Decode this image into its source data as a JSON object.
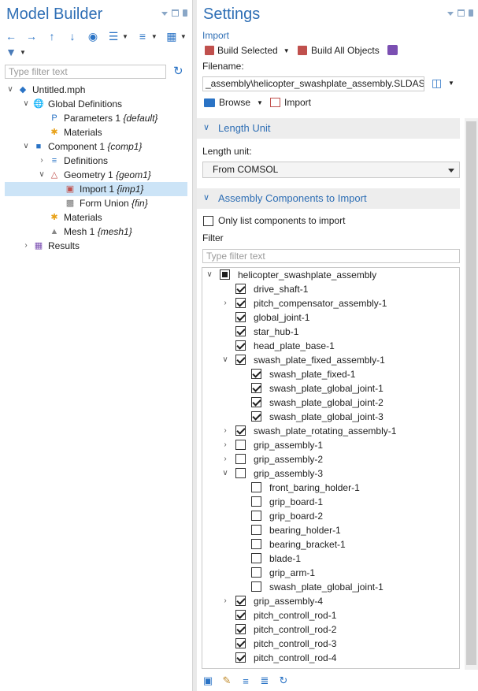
{
  "model_builder": {
    "title": "Model Builder",
    "filter_placeholder": "Type filter text",
    "tree": [
      {
        "label": "Untitled.mph",
        "tag": "",
        "level": 0,
        "expand": "open",
        "icon": "model-icon"
      },
      {
        "label": "Global Definitions",
        "tag": "",
        "level": 1,
        "expand": "open",
        "icon": "globe-icon"
      },
      {
        "label": "Parameters 1",
        "tag": "{default}",
        "level": 2,
        "expand": "",
        "icon": "parameters-icon"
      },
      {
        "label": "Materials",
        "tag": "",
        "level": 2,
        "expand": "",
        "icon": "materials-icon"
      },
      {
        "label": "Component 1",
        "tag": "{comp1}",
        "level": 1,
        "expand": "open",
        "icon": "component-icon"
      },
      {
        "label": "Definitions",
        "tag": "",
        "level": 2,
        "expand": "closed",
        "icon": "definitions-icon"
      },
      {
        "label": "Geometry 1",
        "tag": "{geom1}",
        "level": 2,
        "expand": "open",
        "icon": "geometry-icon"
      },
      {
        "label": "Import 1",
        "tag": "{imp1}",
        "level": 3,
        "expand": "",
        "icon": "import-icon",
        "selected": true
      },
      {
        "label": "Form Union",
        "tag": "{fin}",
        "level": 3,
        "expand": "",
        "icon": "form-union-icon"
      },
      {
        "label": "Materials",
        "tag": "",
        "level": 2,
        "expand": "",
        "icon": "materials-icon"
      },
      {
        "label": "Mesh 1",
        "tag": "{mesh1}",
        "level": 2,
        "expand": "",
        "icon": "mesh-icon"
      },
      {
        "label": "Results",
        "tag": "",
        "level": 1,
        "expand": "closed",
        "icon": "results-icon"
      }
    ]
  },
  "settings": {
    "title": "Settings",
    "subtitle": "Import",
    "build_selected": "Build Selected",
    "build_all": "Build All Objects",
    "filename_label": "Filename:",
    "filename_value": "_assembly\\helicopter_swashplate_assembly.SLDASM",
    "browse": "Browse",
    "import": "Import",
    "length_unit_section": "Length Unit",
    "length_unit_label": "Length unit:",
    "length_unit_value": "From COMSOL",
    "assembly_section": "Assembly Components to Import",
    "only_list_label": "Only list components to import",
    "filter_label": "Filter",
    "filter_placeholder": "Type filter text",
    "components": [
      {
        "label": "helicopter_swashplate_assembly",
        "level": 0,
        "expand": "open",
        "state": "partial"
      },
      {
        "label": "drive_shaft-1",
        "level": 1,
        "expand": "",
        "state": "checked"
      },
      {
        "label": "pitch_compensator_assembly-1",
        "level": 1,
        "expand": "closed",
        "state": "checked"
      },
      {
        "label": "global_joint-1",
        "level": 1,
        "expand": "",
        "state": "checked"
      },
      {
        "label": "star_hub-1",
        "level": 1,
        "expand": "",
        "state": "checked"
      },
      {
        "label": "head_plate_base-1",
        "level": 1,
        "expand": "",
        "state": "checked"
      },
      {
        "label": "swash_plate_fixed_assembly-1",
        "level": 1,
        "expand": "open",
        "state": "checked"
      },
      {
        "label": "swash_plate_fixed-1",
        "level": 2,
        "expand": "",
        "state": "checked"
      },
      {
        "label": "swash_plate_global_joint-1",
        "level": 2,
        "expand": "",
        "state": "checked"
      },
      {
        "label": "swash_plate_global_joint-2",
        "level": 2,
        "expand": "",
        "state": "checked"
      },
      {
        "label": "swash_plate_global_joint-3",
        "level": 2,
        "expand": "",
        "state": "checked"
      },
      {
        "label": "swash_plate_rotating_assembly-1",
        "level": 1,
        "expand": "closed",
        "state": "checked"
      },
      {
        "label": "grip_assembly-1",
        "level": 1,
        "expand": "closed",
        "state": "unchecked"
      },
      {
        "label": "grip_assembly-2",
        "level": 1,
        "expand": "closed",
        "state": "unchecked"
      },
      {
        "label": "grip_assembly-3",
        "level": 1,
        "expand": "open",
        "state": "unchecked"
      },
      {
        "label": "front_baring_holder-1",
        "level": 2,
        "expand": "",
        "state": "unchecked"
      },
      {
        "label": "grip_board-1",
        "level": 2,
        "expand": "",
        "state": "unchecked"
      },
      {
        "label": "grip_board-2",
        "level": 2,
        "expand": "",
        "state": "unchecked"
      },
      {
        "label": "bearing_holder-1",
        "level": 2,
        "expand": "",
        "state": "unchecked"
      },
      {
        "label": "bearing_bracket-1",
        "level": 2,
        "expand": "",
        "state": "unchecked"
      },
      {
        "label": "blade-1",
        "level": 2,
        "expand": "",
        "state": "unchecked"
      },
      {
        "label": "grip_arm-1",
        "level": 2,
        "expand": "",
        "state": "unchecked"
      },
      {
        "label": "swash_plate_global_joint-1",
        "level": 2,
        "expand": "",
        "state": "unchecked"
      },
      {
        "label": "grip_assembly-4",
        "level": 1,
        "expand": "closed",
        "state": "checked"
      },
      {
        "label": "pitch_controll_rod-1",
        "level": 1,
        "expand": "",
        "state": "checked"
      },
      {
        "label": "pitch_controll_rod-2",
        "level": 1,
        "expand": "",
        "state": "checked"
      },
      {
        "label": "pitch_controll_rod-3",
        "level": 1,
        "expand": "",
        "state": "checked"
      },
      {
        "label": "pitch_controll_rod-4",
        "level": 1,
        "expand": "",
        "state": "checked"
      }
    ]
  },
  "colors": {
    "accent": "#2f6fb5",
    "selection": "#cce4f7",
    "section_bg": "#ededed"
  }
}
